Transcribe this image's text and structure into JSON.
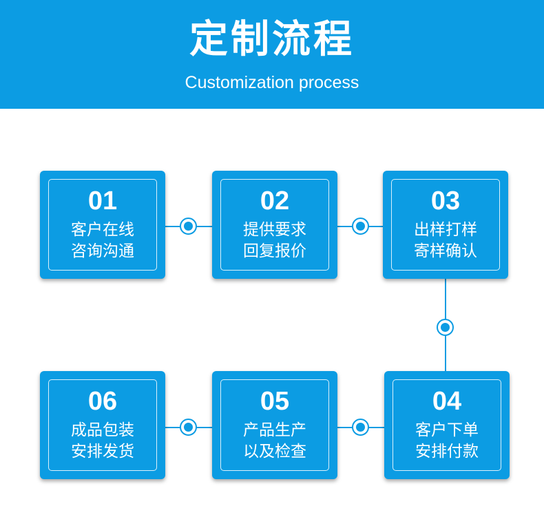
{
  "header": {
    "title": "定制流程",
    "subtitle": "Customization process"
  },
  "steps": [
    {
      "number": "01",
      "line1": "客户在线",
      "line2": "咨询沟通"
    },
    {
      "number": "02",
      "line1": "提供要求",
      "line2": "回复报价"
    },
    {
      "number": "03",
      "line1": "出样打样",
      "line2": "寄样确认"
    },
    {
      "number": "04",
      "line1": "客户下单",
      "line2": "安排付款"
    },
    {
      "number": "05",
      "line1": "产品生产",
      "line2": "以及检查"
    },
    {
      "number": "06",
      "line1": "成品包装",
      "line2": "安排发货"
    }
  ],
  "colors": {
    "accent": "#0c9ce3",
    "background": "#ffffff",
    "text_on_accent": "#ffffff"
  }
}
